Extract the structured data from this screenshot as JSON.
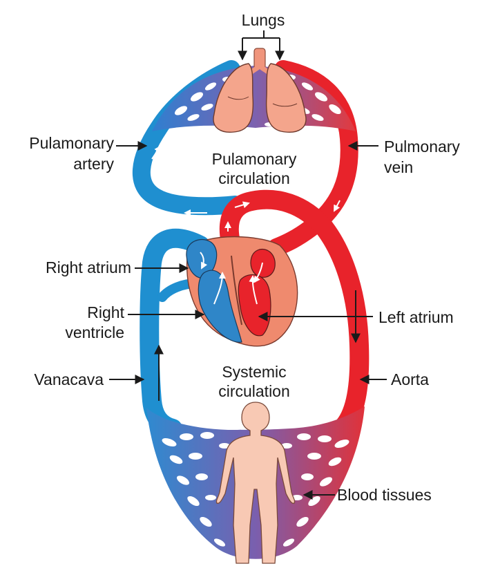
{
  "labels": {
    "lungs": "Lungs",
    "pulmonary_artery_1": "Pulamonary",
    "pulmonary_artery_2": "artery",
    "pulmonary_vein_1": "Pulmonary",
    "pulmonary_vein_2": "vein",
    "pulmonary_circ_1": "Pulamonary",
    "pulmonary_circ_2": "circulation",
    "right_atrium": "Right atrium",
    "right_ventricle_1": "Right",
    "right_ventricle_2": "ventricle",
    "left_atrium": "Left atrium",
    "vena_cava": "Vanacava",
    "aorta": "Aorta",
    "systemic_circ_1": "Systemic",
    "systemic_circ_2": "circulation",
    "blood_tissues": "Blood tissues"
  },
  "colors": {
    "deoxygenated": "#1f8fd0",
    "oxygenated": "#e8232b",
    "capillary": "#7b62b0",
    "lung": "#f4a58c",
    "heart": "#ef8a6e",
    "body": "#f8c9b4",
    "leader": "#1a1a1a"
  }
}
